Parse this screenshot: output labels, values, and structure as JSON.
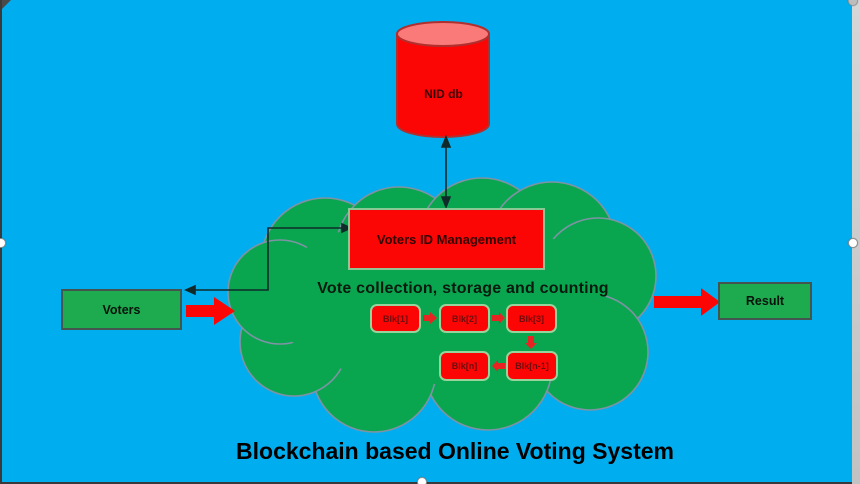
{
  "diagram": {
    "title": "Blockchain based Online Voting System",
    "database": {
      "label": "NID db"
    },
    "cloud": {
      "management_box_label": "Voters ID Management",
      "caption": "Vote collection, storage and counting",
      "blocks": [
        "Blk[1]",
        "Blk[2]",
        "Blk[3]",
        "Blk[n]",
        "Blk[n-1]"
      ]
    },
    "input_box_label": "Voters",
    "output_box_label": "Result"
  },
  "colors": {
    "background": "#00AEEF",
    "cloud_green": "#0AA64F",
    "box_green": "#1EAB50",
    "shape_red": "#FB0505",
    "cylinder_top_red": "#F97A78",
    "cylinder_outline": "#B03030",
    "block_border_green": "#98D39B",
    "connector_dark": "#102A2A",
    "label_maroon": "#6E0E0E",
    "text_black": "#000000"
  }
}
